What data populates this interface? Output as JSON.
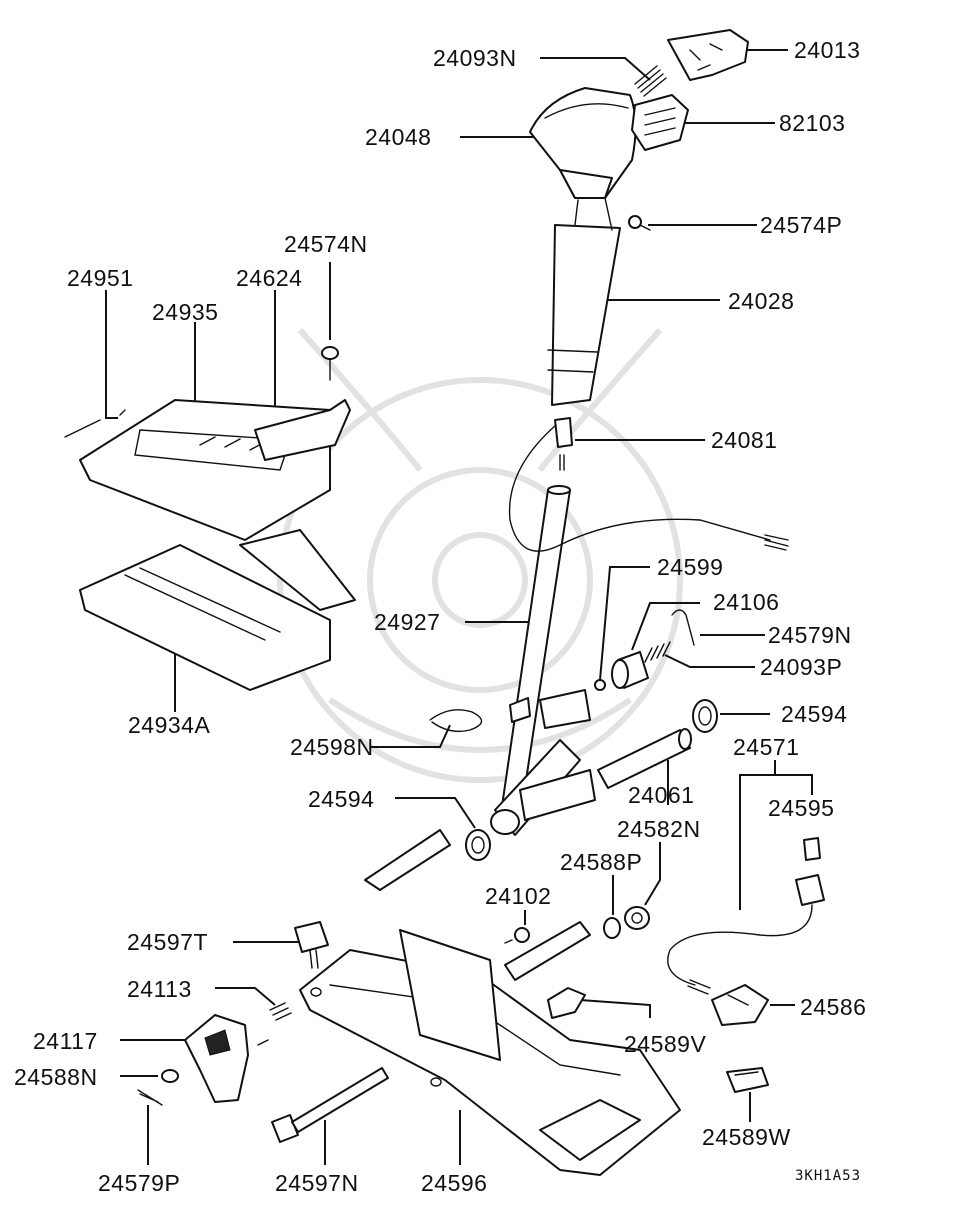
{
  "diagram_code": "3KH1A53",
  "labels": {
    "p24093N": "24093N",
    "p24013": "24013",
    "p82103": "82103",
    "p24048": "24048",
    "p24574P": "24574P",
    "p24574N": "24574N",
    "p24951": "24951",
    "p24624": "24624",
    "p24935": "24935",
    "p24028": "24028",
    "p24081": "24081",
    "p24599": "24599",
    "p24106": "24106",
    "p24579N": "24579N",
    "p24927": "24927",
    "p24093P": "24093P",
    "p24594a": "24594",
    "p24934A": "24934A",
    "p24598N": "24598N",
    "p24571": "24571",
    "p24594b": "24594",
    "p24061": "24061",
    "p24595": "24595",
    "p24582N": "24582N",
    "p24588P": "24588P",
    "p24102": "24102",
    "p24597T": "24597T",
    "p24586": "24586",
    "p24113": "24113",
    "p24589V": "24589V",
    "p24117": "24117",
    "p24588N": "24588N",
    "p24589W": "24589W",
    "p24579P": "24579P",
    "p24597N": "24597N",
    "p24596": "24596"
  }
}
